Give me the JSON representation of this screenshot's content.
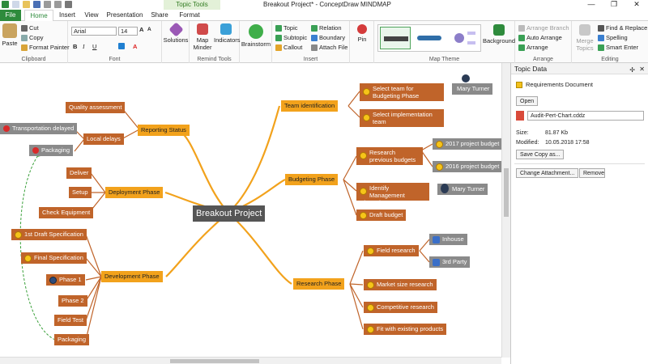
{
  "window": {
    "title": "Breakout Project* - ConceptDraw MINDMAP",
    "context_tab": "Topic Tools",
    "controls": [
      "—",
      "❐",
      "✕"
    ]
  },
  "tabs": [
    "File",
    "Home",
    "Insert",
    "View",
    "Presentation",
    "Share",
    "Format"
  ],
  "ribbon": {
    "clipboard": {
      "label": "Clipboard",
      "paste": "Paste",
      "cut": "Cut",
      "copy": "Copy",
      "format_painter": "Format Painter"
    },
    "font": {
      "label": "Font",
      "family": "Arial",
      "size": "14"
    },
    "solutions": "Solutions",
    "remind": {
      "label": "Remind Tools",
      "map_minder": "Map Minder",
      "indicators": "Indicators"
    },
    "brainstorm": "Brainstorm",
    "insert": {
      "label": "Insert",
      "topic": "Topic",
      "subtopic": "Subtopic",
      "callout": "Callout",
      "relation": "Relation",
      "boundary": "Boundary",
      "attach": "Attach File"
    },
    "pin": "Pin",
    "theme": {
      "label": "Map Theme",
      "background": "Background"
    },
    "arrange": {
      "label": "Arrange",
      "arrange_branch": "Arrange Branch",
      "auto_arrange": "Auto Arrange",
      "arrange": "Arrange"
    },
    "editing": {
      "label": "Editing",
      "merge": "Merge Topics",
      "find": "Find & Replace",
      "spelling": "Spelling",
      "smart_enter": "Smart Enter"
    }
  },
  "map": {
    "central": "Breakout Project",
    "main": {
      "reporting": "Reporting Status",
      "deployment": "Deployment Phase",
      "development": "Development Phase",
      "team": "Team identification",
      "budgeting": "Budgeting Phase",
      "research": "Research Phase"
    },
    "sub": {
      "quality": "Quality assessment",
      "local_delays": "Local delays",
      "transport": "Transportation delayed",
      "packaging_top": "Packaging",
      "deliver": "Deliver",
      "setup": "Setup",
      "check": "Check Equipment",
      "draft_spec": "1st Draft Specification",
      "final_spec": "Final Specification",
      "phase1": "Phase 1",
      "phase2": "Phase 2",
      "field_test": "Field Test",
      "packaging": "Packaging",
      "select_team": "Select team for Budgeting Phase",
      "select_impl": "Select implementation team",
      "mary1": "Mary Turner",
      "research_prev": "Research previous budgets",
      "b2017": "2017 project budget",
      "b2016": "2016 project budget",
      "identify": "Identify Management Champion",
      "mary2": "Mary Turner",
      "draft_budget": "Draft budget",
      "field_research": "Field research",
      "inhouse": "Inhouse",
      "third_party": "3rd Party",
      "market": "Market size research",
      "competitive": "Competitive research",
      "fit": "Fit with existing products"
    }
  },
  "panel": {
    "title": "Topic Data",
    "item": "Requirements Document",
    "open": "Open",
    "file": "Audit-Pert-Chart.cddz",
    "size_label": "Size:",
    "size": "81.87 Kb",
    "modified_label": "Modified:",
    "modified": "10.05.2018 17:58",
    "save_copy": "Save Copy as...",
    "change": "Change Attachment...",
    "remove": "Remove"
  }
}
